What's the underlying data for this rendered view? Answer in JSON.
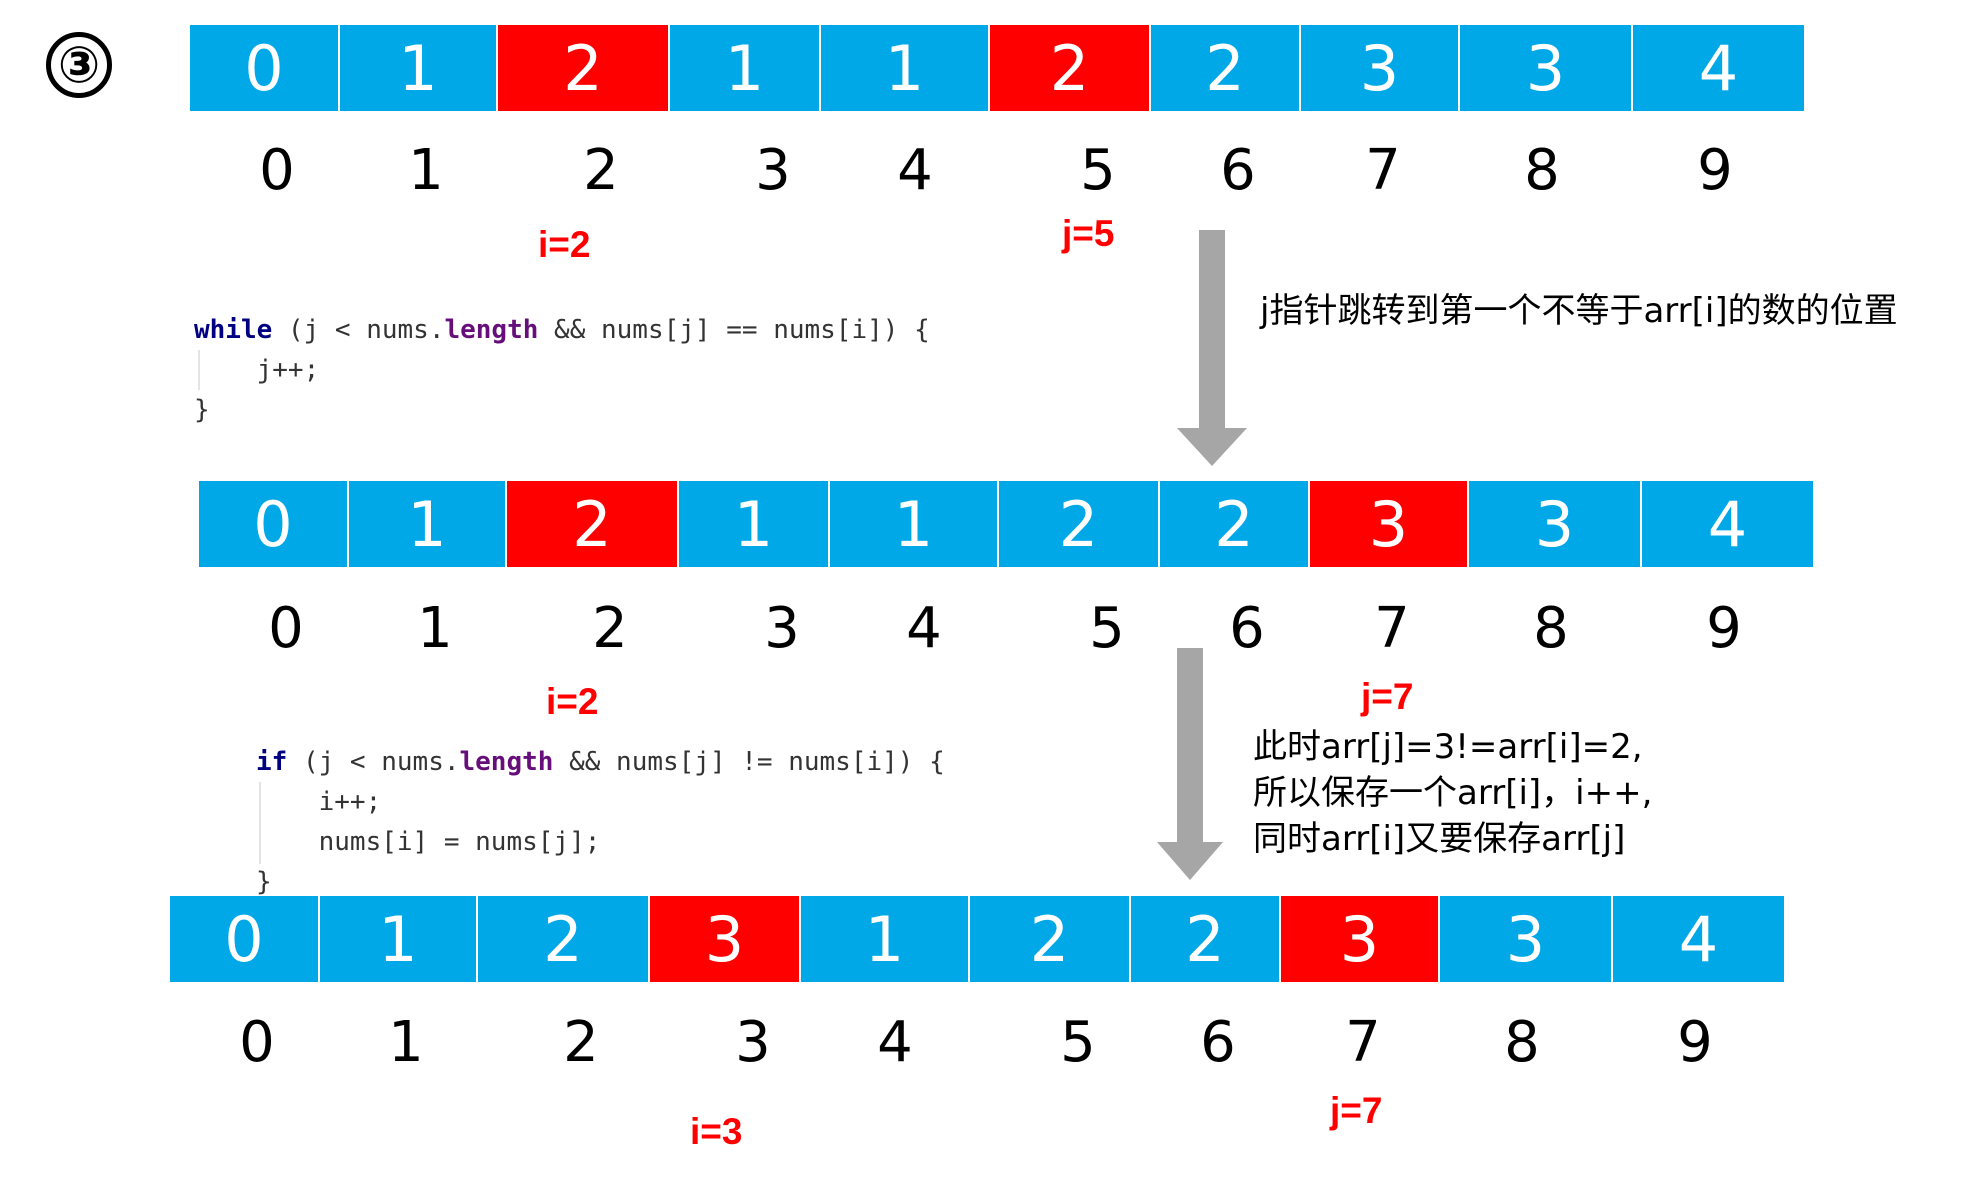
{
  "step": "③",
  "colors": {
    "normal": "#00a8e8",
    "highlight": "#ff0000",
    "pointer": "#ff0000",
    "arrow": "#a6a6a6"
  },
  "rows": [
    {
      "values": [
        "0",
        "1",
        "2",
        "1",
        "1",
        "2",
        "2",
        "3",
        "3",
        "4"
      ],
      "highlighted": [
        2,
        5
      ],
      "indices": [
        "0",
        "1",
        "2",
        "3",
        "4",
        "5",
        "6",
        "7",
        "8",
        "9"
      ],
      "pointers": {
        "i": "i=2",
        "j": "j=5"
      }
    },
    {
      "values": [
        "0",
        "1",
        "2",
        "1",
        "1",
        "2",
        "2",
        "3",
        "3",
        "4"
      ],
      "highlighted": [
        2,
        7
      ],
      "indices": [
        "0",
        "1",
        "2",
        "3",
        "4",
        "5",
        "6",
        "7",
        "8",
        "9"
      ],
      "pointers": {
        "i": "i=2",
        "j": "j=7"
      }
    },
    {
      "values": [
        "0",
        "1",
        "2",
        "3",
        "1",
        "2",
        "2",
        "3",
        "3",
        "4"
      ],
      "highlighted": [
        3,
        7
      ],
      "indices": [
        "0",
        "1",
        "2",
        "3",
        "4",
        "5",
        "6",
        "7",
        "8",
        "9"
      ],
      "pointers": {
        "i": "i=3",
        "j": "j=7"
      }
    }
  ],
  "code1": {
    "line1_kw": "while",
    "line1_a": " (j < nums.",
    "line1_fld": "length",
    "line1_b": " && nums[j] == nums[i]) {",
    "line2": "    j++;",
    "line3": "}"
  },
  "code2": {
    "line1_kw": "if",
    "line1_a": " (j < nums.",
    "line1_fld": "length",
    "line1_b": " && nums[j] != nums[i]) {",
    "line2": "    i++;",
    "line3": "    nums[i] = nums[j];",
    "line4": "}"
  },
  "note1": "j指针跳转到第一个不等于arr[i]的数的位置",
  "note2": {
    "line1": "此时arr[j]=3!=arr[i]=2,",
    "line2": "所以保存一个arr[i]，i++,",
    "line3": "同时arr[i]又要保存arr[j]"
  }
}
